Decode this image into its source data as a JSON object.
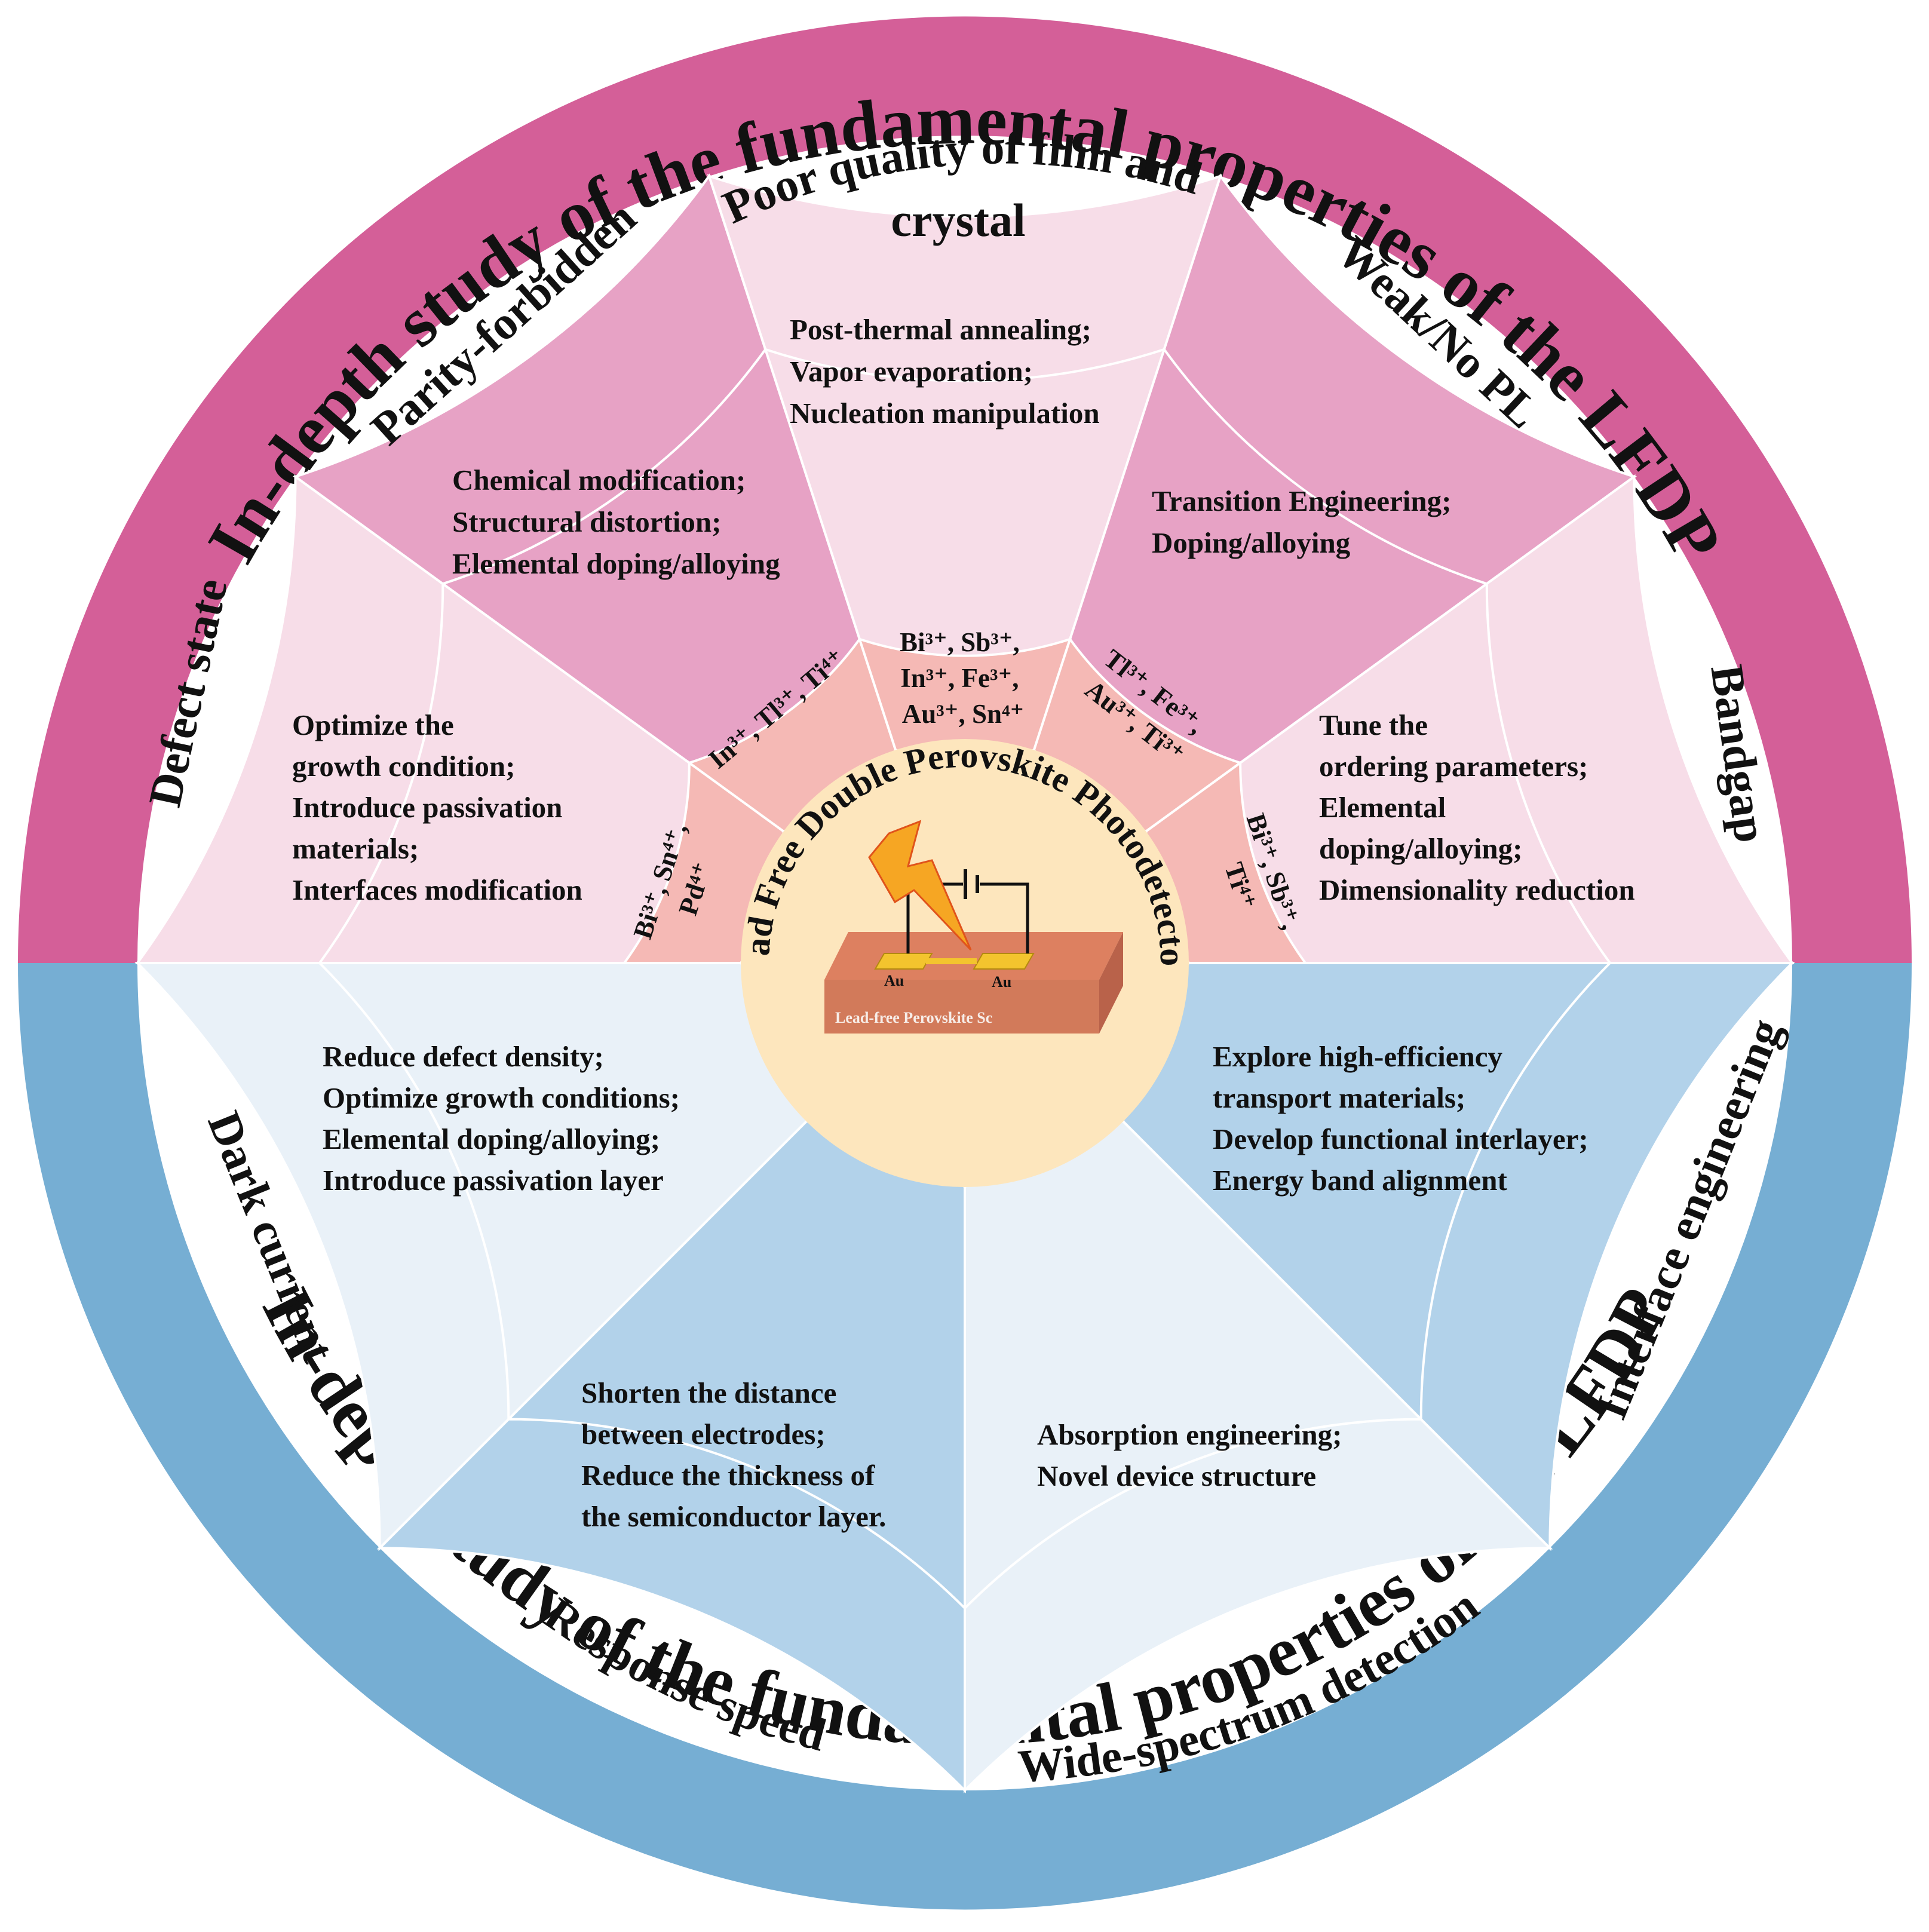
{
  "outer_ring": {
    "top_title": "In-depth study of the fundamental properties of the LFDP",
    "bottom_title": "In-depth study of the fundamental properties of the LFDP",
    "top_color": "#d45f98",
    "bottom_color": "#76aed3"
  },
  "challenges": {
    "parity": {
      "title": "Parity-forbidden",
      "strategy": [
        "Chemical modification;",
        "Structural distortion;",
        "Elemental doping/alloying"
      ],
      "ions": "In³⁺, Tl³⁺, Ti⁴⁺"
    },
    "film": {
      "title_line1": "Poor quality of film and",
      "title_line2": "crystal",
      "strategy": [
        "Post-thermal annealing;",
        "Vapor evaporation;",
        "Nucleation manipulation"
      ],
      "ions_line1": "Bi³⁺, Sb³⁺,",
      "ions_line2": "In³⁺, Fe³⁺,",
      "ions_line3": "Au³⁺, Sn⁴⁺"
    },
    "weakpl": {
      "title": "Weak/No PL",
      "strategy": [
        "Transition Engineering;",
        "Doping/alloying"
      ],
      "ions_line1": "Tl³⁺, Fe³⁺,",
      "ions_line2": "Au³⁺, Ti³⁺"
    },
    "defect": {
      "title": "Defect state",
      "strategy": [
        "Optimize the",
        "growth condition;",
        "Introduce passivation",
        "materials;",
        "Interfaces modification"
      ],
      "ions_line1": "Bi³⁺, Sn⁴⁺,",
      "ions_line2": "Pd⁴⁺"
    },
    "bandgap": {
      "title": "Bandgap",
      "strategy": [
        "Tune the",
        "ordering parameters;",
        "Elemental",
        "doping/alloying;",
        "Dimensionality reduction"
      ],
      "ions_line1": "Bi³⁺, Sb³⁺,",
      "ions_line2": "Ti⁴⁺"
    }
  },
  "performance": {
    "dark": {
      "title": "Dark current",
      "strategy": [
        "Reduce defect density;",
        "Optimize growth conditions;",
        "Elemental doping/alloying;",
        "Introduce passivation layer"
      ]
    },
    "response": {
      "title": "Response speed",
      "strategy": [
        "Shorten the distance",
        "between electrodes;",
        "Reduce the thickness of",
        "the semiconductor layer."
      ]
    },
    "wide": {
      "title": "Wide-spectrum detection",
      "strategy": [
        "Absorption engineering;",
        "Novel device structure"
      ]
    },
    "interface": {
      "title": "Interface engineering",
      "strategy": [
        "Explore high-efficiency",
        "transport materials;",
        "Develop functional interlayer;",
        "Energy band alignment"
      ]
    }
  },
  "center": {
    "title": "Lead Free Double Perovskite Photodetectors",
    "electrode_left": "Au",
    "electrode_right": "Au",
    "substrate_label": "Lead-free Perovskite Sc"
  }
}
